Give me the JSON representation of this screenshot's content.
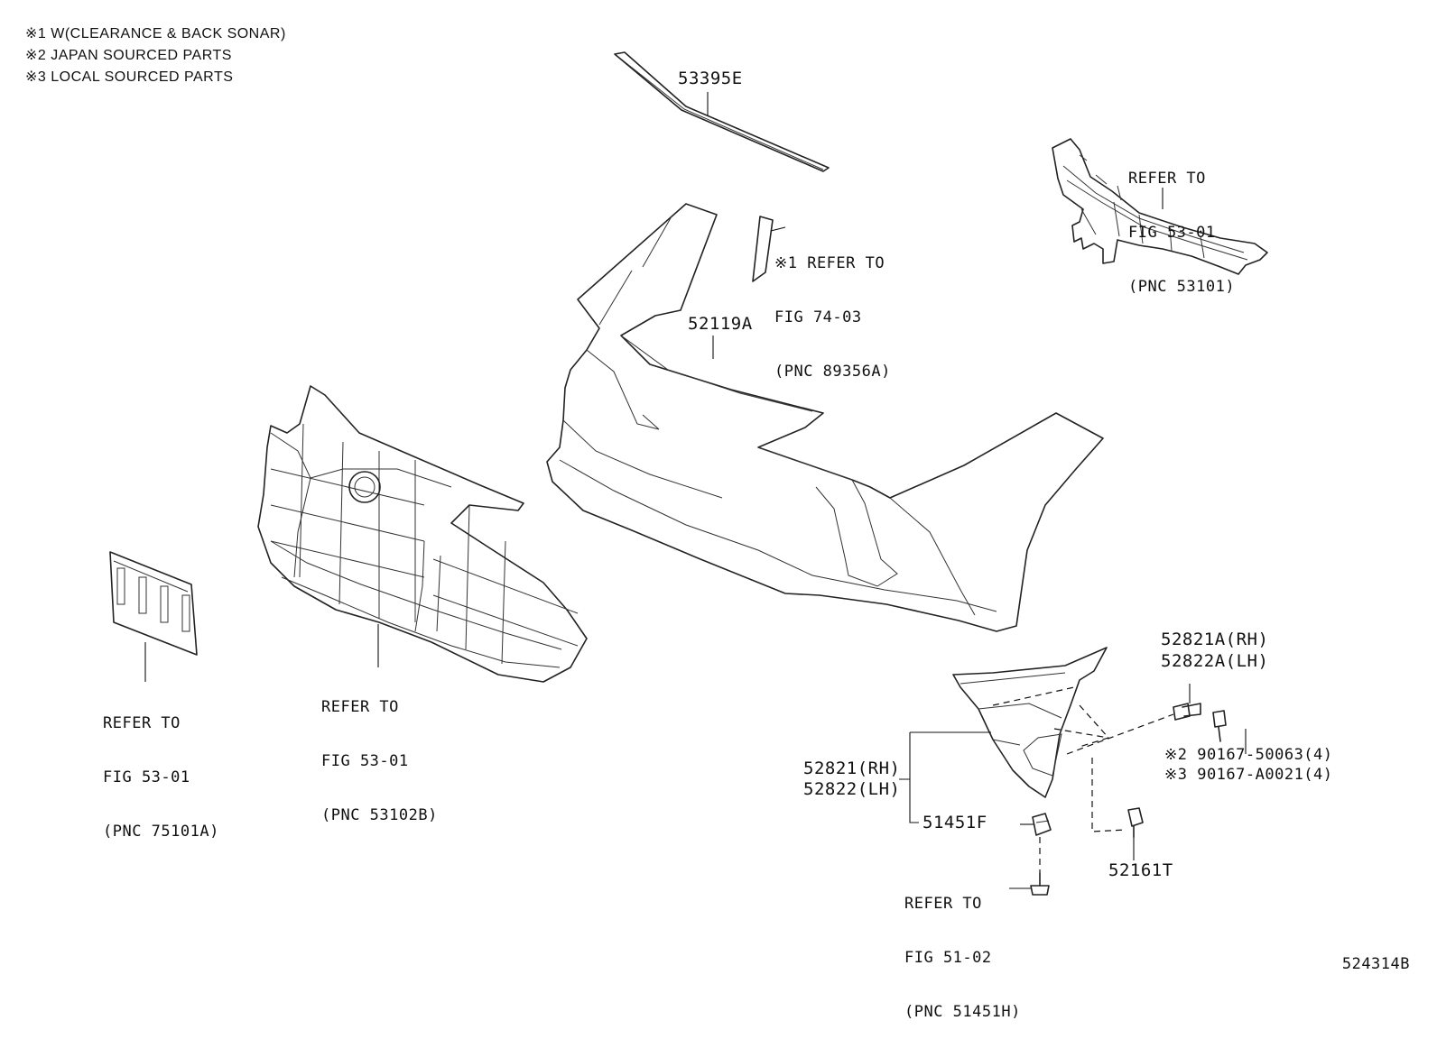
{
  "notes": [
    "※1 W(CLEARANCE & BACK SONAR)",
    "※2 JAPAN SOURCED PARTS",
    "※3 LOCAL SOURCED PARTS"
  ],
  "labels": {
    "molding": "53395E",
    "cover": "52119A",
    "sonar_ref": [
      "※1 REFER TO",
      "FIG 74-03",
      "(PNC 89356A)"
    ],
    "reinforcement_ref": [
      "REFER TO",
      "FIG 53-01",
      "(PNC 53101)"
    ],
    "grille_ref": [
      "REFER TO",
      "FIG 53-01",
      "(PNC 53102B)"
    ],
    "plate_ref": [
      "REFER TO",
      "FIG 53-01",
      "(PNC 75101A)"
    ],
    "garnish_a_rh": "52821A(RH)",
    "garnish_a_lh": "52822A(LH)",
    "garnish_rh": "52821(RH)",
    "garnish_lh": "52822(LH)",
    "screw_jp": "※2 90167-50063(4)",
    "screw_local": "※3 90167-A0021(4)",
    "retainer": "51451F",
    "clip": "52161T",
    "bolt_ref": [
      "REFER TO",
      "FIG 51-02",
      "(PNC 51451H)"
    ]
  },
  "diagram_number": "524314B",
  "icons": [
    "bumper-cover",
    "upper-molding",
    "sonar-bracket",
    "bumper-reinforcement",
    "radiator-grille",
    "license-plate-bracket",
    "fog-lamp-garnish",
    "screw",
    "clip",
    "retainer",
    "bolt"
  ]
}
